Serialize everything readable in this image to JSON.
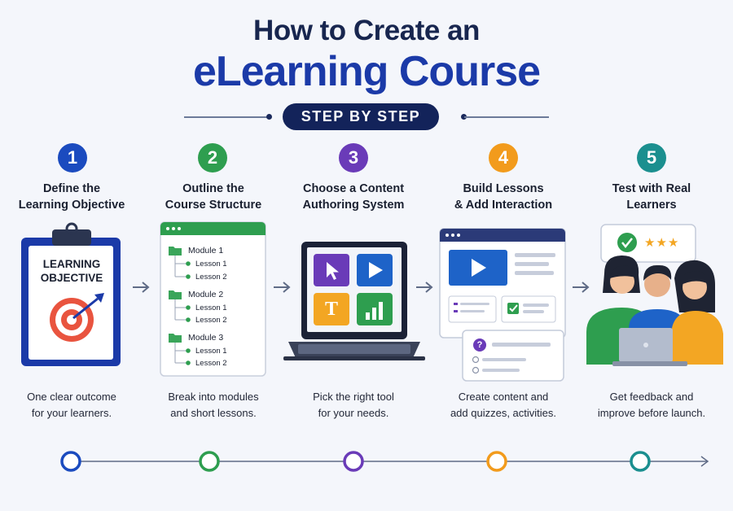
{
  "header": {
    "title_line1": "How to Create an",
    "title_line2": "eLearning Course",
    "badge": "STEP BY STEP"
  },
  "colors": {
    "navy": "#13235a",
    "blue": "#1b3aa8",
    "green": "#2e9e4f",
    "purple": "#6a3bb8",
    "orange": "#f29b1c",
    "teal": "#1b8f8f"
  },
  "steps": [
    {
      "number": "1",
      "title_line1": "Define the",
      "title_line2": "Learning Objective",
      "desc_line1": "One clear outcome",
      "desc_line2": "for your learners.",
      "color": "#1b4bbf"
    },
    {
      "number": "2",
      "title_line1": "Outline the",
      "title_line2": "Course Structure",
      "desc_line1": "Break into modules",
      "desc_line2": "and short lessons.",
      "color": "#2e9e4f"
    },
    {
      "number": "3",
      "title_line1": "Choose a Content",
      "title_line2": "Authoring System",
      "desc_line1": "Pick the right tool",
      "desc_line2": "for your needs.",
      "color": "#6a3bb8"
    },
    {
      "number": "4",
      "title_line1": "Build Lessons",
      "title_line2": "& Add Interaction",
      "desc_line1": "Create content and",
      "desc_line2": "add quizzes, activities.",
      "color": "#f29b1c"
    },
    {
      "number": "5",
      "title_line1": "Test with Real",
      "title_line2": "Learners",
      "desc_line1": "Get feedback and",
      "desc_line2": "improve before launch.",
      "color": "#1b8f8f"
    }
  ],
  "clipboard": {
    "line1": "LEARNING",
    "line2": "OBJECTIVE"
  },
  "outline": {
    "modules": [
      {
        "label": "Module 1",
        "lessons": [
          "Lesson 1",
          "Lesson 2"
        ]
      },
      {
        "label": "Module 2",
        "lessons": [
          "Lesson 1",
          "Lesson 2"
        ]
      },
      {
        "label": "Module 3",
        "lessons": [
          "Lesson 1",
          "Lesson 2"
        ]
      }
    ]
  },
  "authoring": {
    "text_tile_letter": "T"
  },
  "quiz": {
    "question_mark": "?"
  },
  "feedback": {
    "stars": "★★★"
  }
}
